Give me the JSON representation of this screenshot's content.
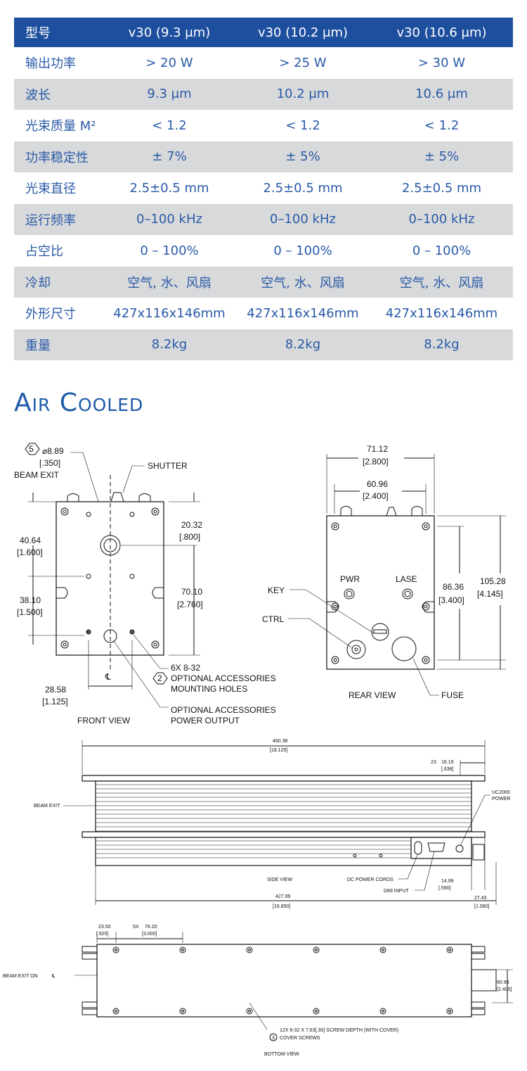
{
  "spec_table": {
    "headers": [
      "型号",
      "v30 (9.3 μm)",
      "v30 (10.2 μm)",
      "v30 (10.6 μm)"
    ],
    "rows": [
      [
        "输出功率",
        "> 20 W",
        "> 25 W",
        "> 30 W"
      ],
      [
        "波长",
        "9.3 μm",
        "10.2 μm",
        "10.6 μm"
      ],
      [
        "光束质量 M²",
        "< 1.2",
        "< 1.2",
        "< 1.2"
      ],
      [
        "功率稳定性",
        "± 7%",
        "± 5%",
        "± 5%"
      ],
      [
        "光束直径",
        "2.5±0.5 mm",
        "2.5±0.5 mm",
        "2.5±0.5 mm"
      ],
      [
        "运行频率",
        "0–100 kHz",
        "0–100 kHz",
        "0–100 kHz"
      ],
      [
        "占空比",
        "0 – 100%",
        "0 – 100%",
        "0 – 100%"
      ],
      [
        "冷却",
        "空气, 水、风扇",
        "空气, 水、风扇",
        "空气, 水、风扇"
      ],
      [
        "外形尺寸",
        "427x116x146mm",
        "427x116x146mm",
        "427x116x146mm"
      ],
      [
        "重量",
        "8.2kg",
        "8.2kg",
        "8.2kg"
      ]
    ]
  },
  "section_title": "Air Cooled",
  "front_view": {
    "title": "FRONT VIEW",
    "beam_exit_num": "5",
    "beam_exit_dia": "⌀8.89",
    "beam_exit_dia_in": "[.350]",
    "beam_exit_label": "BEAM EXIT",
    "shutter": "SHUTTER",
    "dim_a": "20.32",
    "dim_a_in": "[.800]",
    "dim_b": "40.64",
    "dim_b_in": "[1.600]",
    "dim_c": "70.10",
    "dim_c_in": "[2.760]",
    "dim_d": "38.10",
    "dim_d_in": "[1.500]",
    "dim_e": "28.58",
    "dim_e_in": "[1.125]",
    "centerline": "℄",
    "holes_count": "6X 8-32",
    "holes_num": "2",
    "holes_label_1": "OPTIONAL ACCESSORIES",
    "holes_label_2": "MOUNTING HOLES",
    "power_label_1": "OPTIONAL ACCESSORIES",
    "power_label_2": "POWER OUTPUT"
  },
  "rear_view": {
    "title": "REAR VIEW",
    "dim_a": "71.12",
    "dim_a_in": "[2.800]",
    "dim_b": "60.96",
    "dim_b_in": "[2.400]",
    "dim_c": "86.36",
    "dim_c_in": "[3.400]",
    "dim_d": "105.28",
    "dim_d_in": "[4.145]",
    "pwr": "PWR",
    "lase": "LASE",
    "key": "KEY",
    "ctrl": "CTRL",
    "fuse": "FUSE"
  },
  "side_view": {
    "title": "SIDE VIEW",
    "overall": "460.38",
    "overall_in": "[18.125]",
    "dim_2x": "2X",
    "dim_2x_val": "16.19",
    "dim_2x_in": "[.638]",
    "uc_1": "UC2000",
    "uc_2": "POWER",
    "beam_exit": "BEAM EXIT",
    "dc_cords": "DC POWER CORDS",
    "db9": "D89 INPUT",
    "dim_h": "14.99",
    "dim_h_in": "[.590]",
    "length": "427.99",
    "length_in": "[16.850]",
    "dim_r": "27.43",
    "dim_r_in": "[1.080]"
  },
  "bottom_view": {
    "title": "BOTTOM VIEW",
    "dim_a": "23.50",
    "dim_a_in": "[.925]",
    "dim_5x": "5X",
    "dim_5x_val": "76.20",
    "dim_5x_in": "[3.000]",
    "beam_exit": "BEAM EXIT ON",
    "centerline": "℄",
    "dim_w": "60.96",
    "dim_w_in": "[2.400]",
    "screws_1": "12X 6-32 X 7.63[.30] SCREW DEPTH (WITH COVER)",
    "screws_num": "3",
    "screws_2": "COVER SCREWS"
  }
}
